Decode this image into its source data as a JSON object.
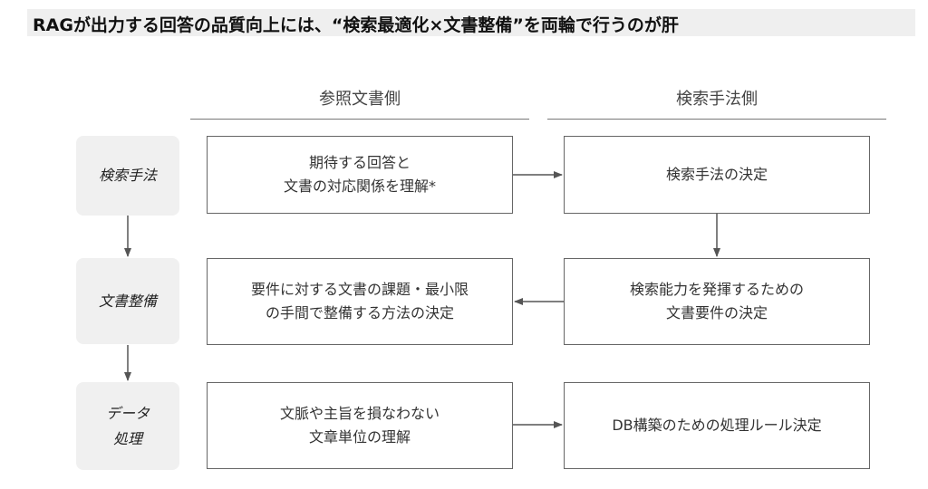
{
  "title": "RAGが出力する回答の品質向上には、“検索最適化×文書整備”を両輪で行うのが肝",
  "columns": {
    "left": "参照文書側",
    "right": "検索手法側"
  },
  "rows": [
    {
      "label": "検索手法",
      "left": [
        "期待する回答と",
        "文書の対応関係を理解*"
      ],
      "right": [
        "検索手法の決定"
      ]
    },
    {
      "label": "文書整備",
      "left": [
        "要件に対する文書の課題・最小限",
        "の手間で整備する方法の決定"
      ],
      "right": [
        "検索能力を発揮するための",
        "文書要件の決定"
      ]
    },
    {
      "label": "データ\n処理",
      "label_lines": [
        "データ",
        "処理"
      ],
      "left": [
        "文脈や主旨を損なわない",
        "文章単位の理解"
      ],
      "right": [
        "DB構築のための処理ルール決定"
      ]
    }
  ],
  "colors": {
    "title_bg": "#efefef",
    "label_bg": "#f0f0f0",
    "border": "#666666",
    "arrow": "#555555"
  }
}
